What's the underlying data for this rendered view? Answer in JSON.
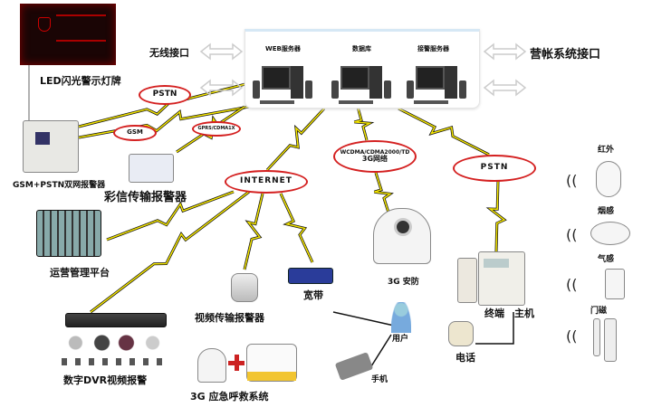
{
  "led_sign": {
    "label": "LED闪光警示灯牌",
    "color": "#8b0000"
  },
  "interfaces": {
    "wireless": "无线接口",
    "billing": "营帐系统接口"
  },
  "servers": [
    {
      "label": "WEB服务器"
    },
    {
      "label": "数据库"
    },
    {
      "label": "接警服务器"
    }
  ],
  "networks": {
    "pstn_left": "PSTN",
    "gsm": "GSM",
    "gprs": "GPRS/CDMA1X",
    "internet": "INTERNET",
    "wcdma_line1": "WCDMA/CDMA2000/TD",
    "wcdma_line2": "3G网络",
    "pstn_right": "PSTN"
  },
  "devices": {
    "dual_alarm": "GSM+PSTN双网报警器",
    "mms_alarm": "彩信传输报警器",
    "ops_platform": "运营管理平台",
    "video_alarm": "视频传输报警器",
    "broadband": "宽带",
    "security_3g": "3G 安防",
    "terminal": "终端",
    "host": "主机",
    "user": "用户",
    "phone": "电话",
    "mobile": "手机",
    "dvr": "数字DVR视频报警",
    "emergency": "3G 应急呼救系统"
  },
  "sensors": [
    {
      "label": "红外"
    },
    {
      "label": "烟感"
    },
    {
      "label": "气感"
    },
    {
      "label": "门磁"
    }
  ],
  "colors": {
    "cloud_border": "#d42020",
    "lightning": "#f5e600",
    "server_panel": "#d6e8f5"
  }
}
